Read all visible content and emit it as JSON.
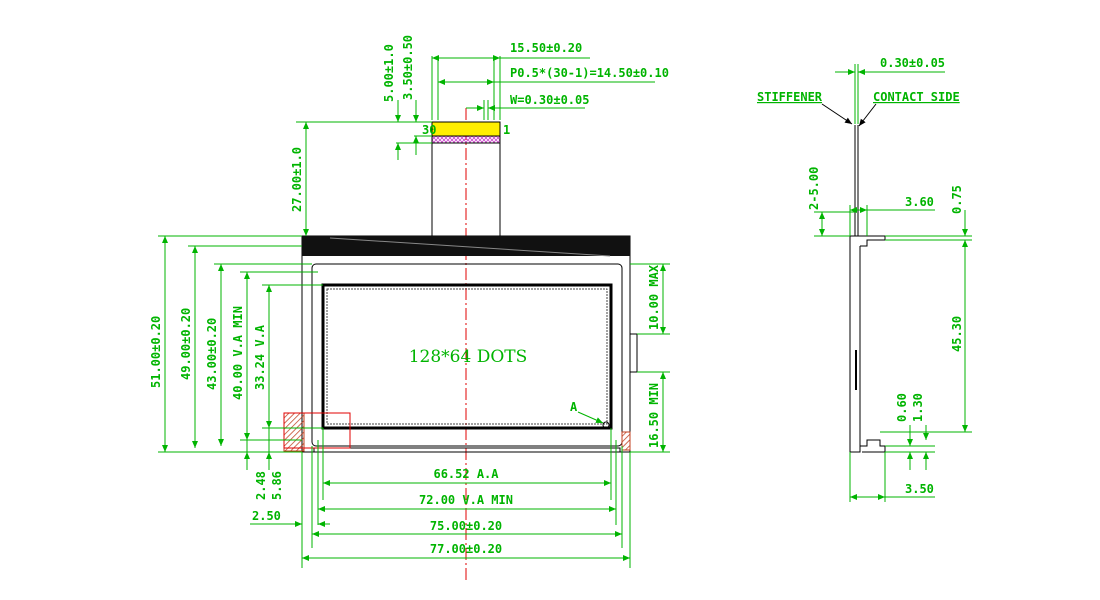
{
  "front_view": {
    "display_label": "128*64 DOTS",
    "fpc": {
      "pin_first": "30",
      "pin_last": "1",
      "width_label": "15.50±0.20",
      "pitch_label": "P0.5*(30-1)=14.50±0.10",
      "lead_width_label": "W=0.30±0.05",
      "tail_length_label": "5.00±1.0",
      "stiffener_length_label": "3.50±0.50",
      "fpc_length_label": "27.00±1.0"
    },
    "vertical_dims": {
      "outline_height": "51.00±0.20",
      "glass_height": "49.00±0.20",
      "polarizer_height": "43.00±0.20",
      "view_area_height": "40.00 V.A MIN",
      "active_area_height": "33.24 V.A",
      "offset_a": "2.48",
      "offset_b": "5.86",
      "right_top": "10.00 MAX",
      "right_bottom": "16.50 MIN"
    },
    "horizontal_dims": {
      "active_area_width": "66.52 A.A",
      "view_area_width": "72.00 V.A MIN",
      "glass_width": "75.00±0.20",
      "outline_width": "77.00±0.20",
      "left_offset": "2.50"
    },
    "detail_marker": "A"
  },
  "side_view": {
    "stiffener_label": "STIFFENER",
    "contact_side_label": "CONTACT SIDE",
    "fpc_thickness": "0.30±0.05",
    "bend_range": "2-5.00",
    "total_thickness": "3.60",
    "top_step": "0.75",
    "body_height": "45.30",
    "bottom_step_a": "0.60",
    "bottom_step_b": "1.30",
    "bottom_thickness": "3.50"
  },
  "colors": {
    "dimension": "#00b400",
    "outline": "#000000",
    "centerline": "#e00000",
    "fpc_stiffener": "#ffee00",
    "contact_pads": "#cc44cc"
  }
}
